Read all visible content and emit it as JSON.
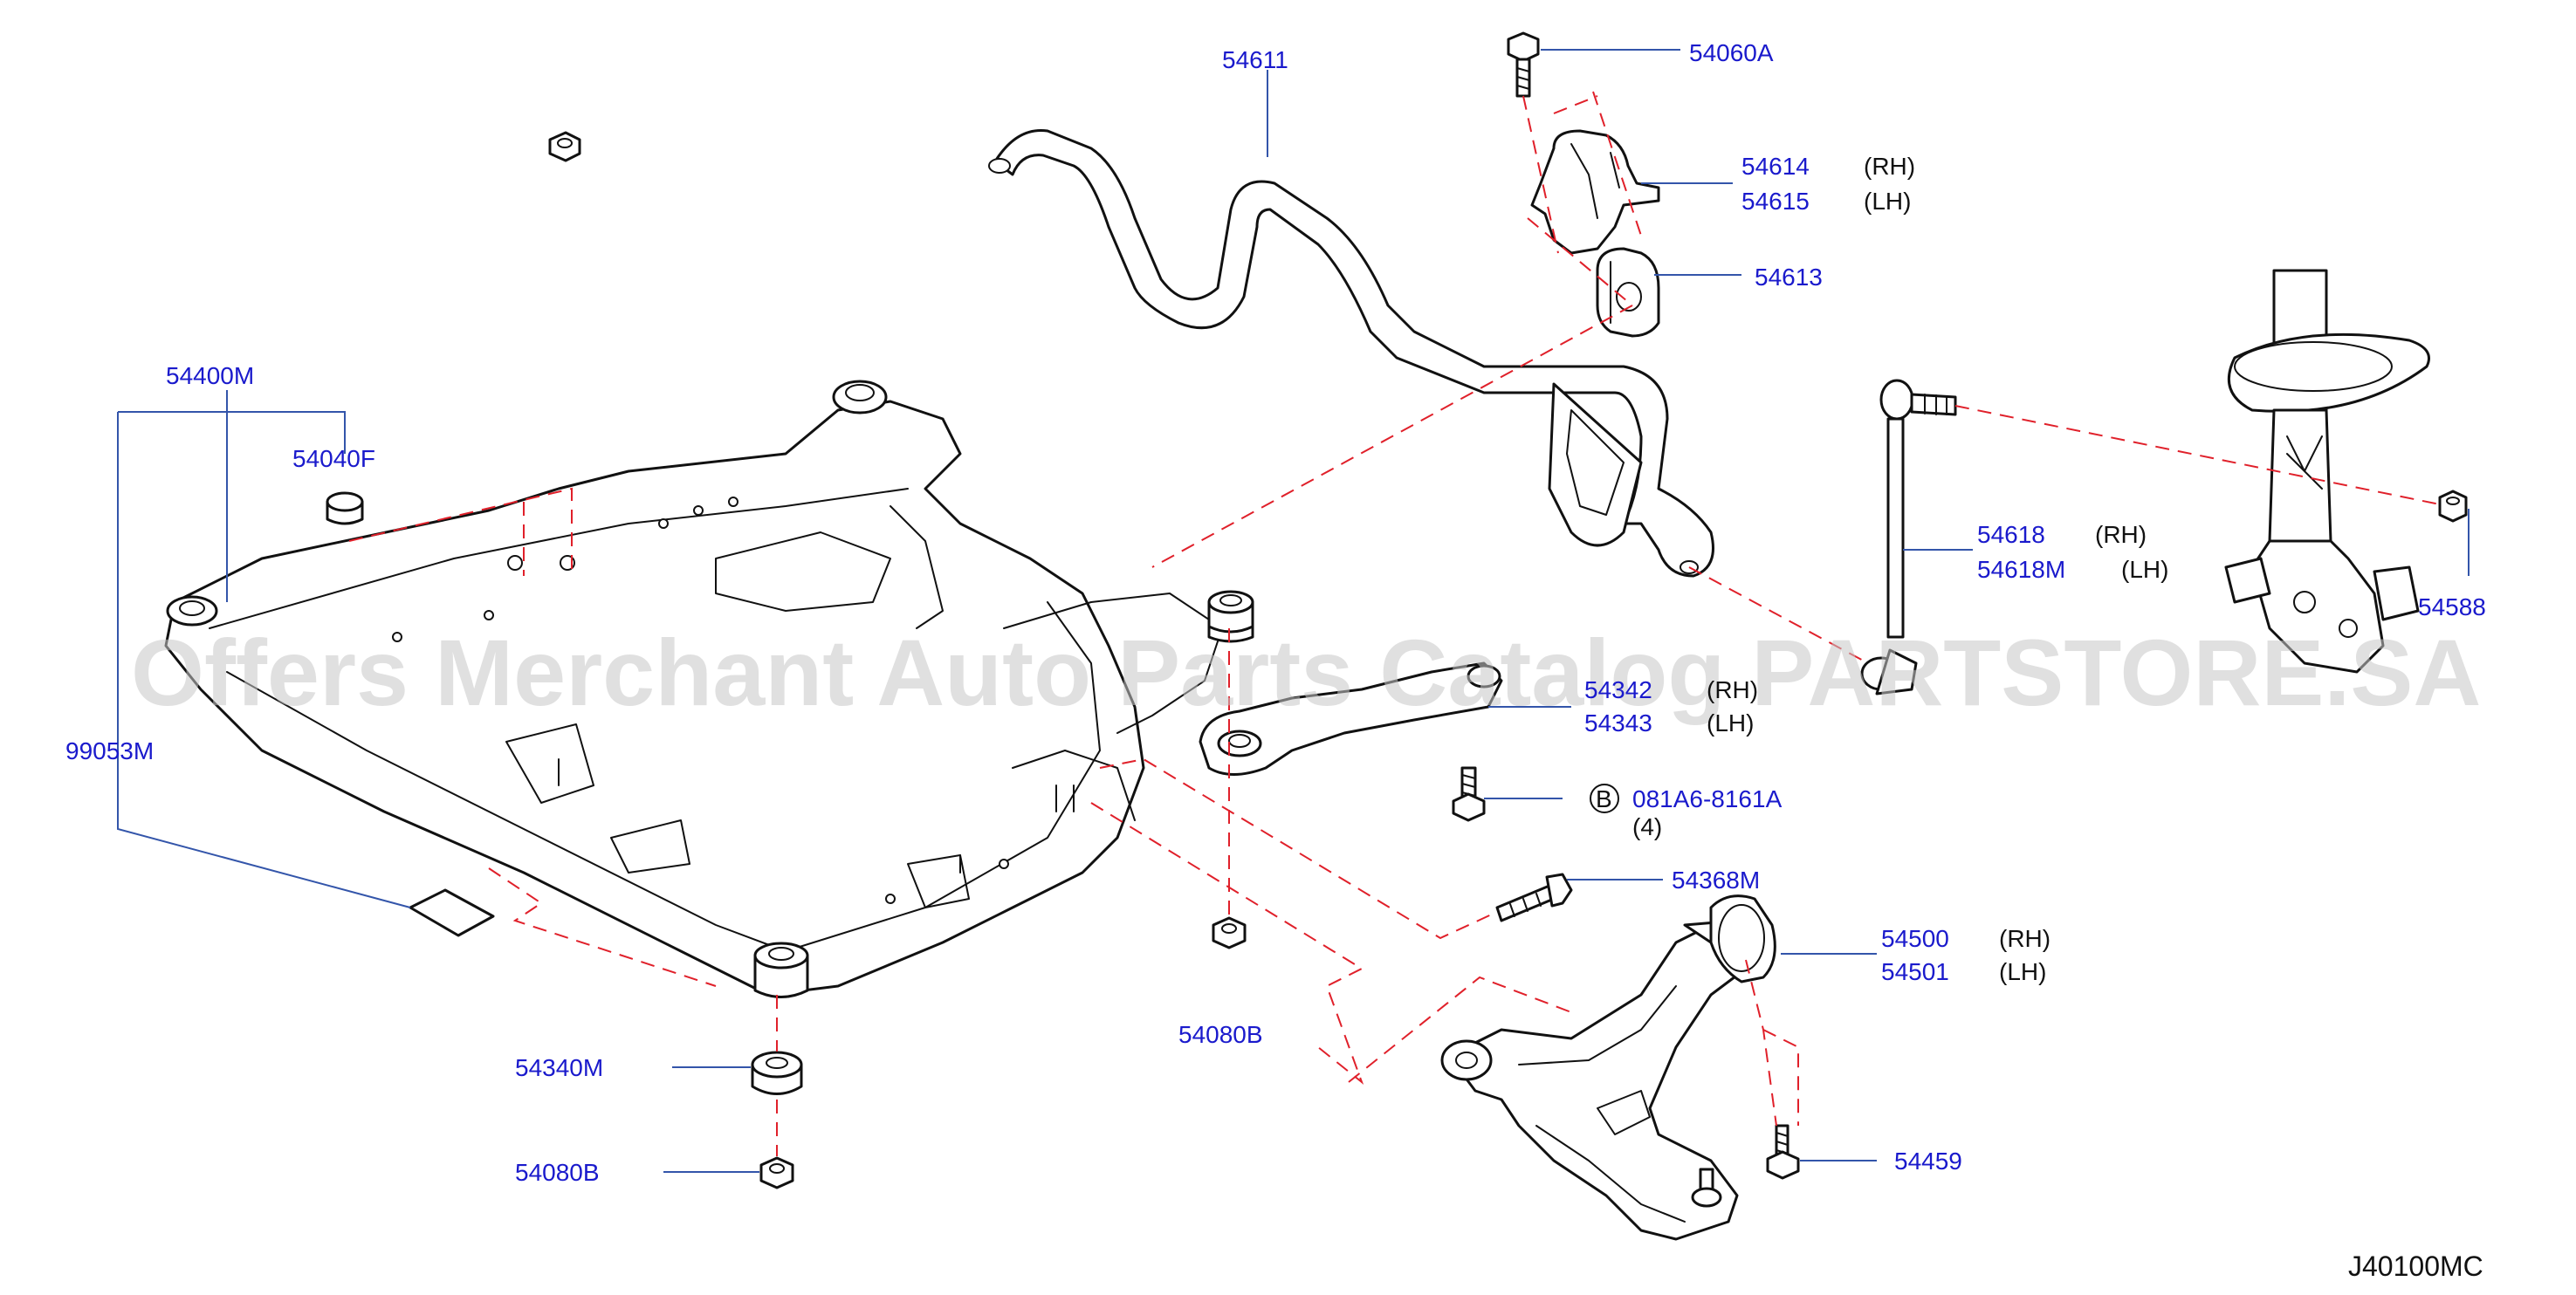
{
  "diagram_code": "J40100MC",
  "watermark": "Offers Merchant Auto Parts Catalog PARTSTORE.SA",
  "callout": {
    "letter": "B",
    "part": "081A6-8161A",
    "qty": "(4)"
  },
  "labels": {
    "p54611": "54611",
    "p54060A": "54060A",
    "p54614": "54614",
    "p54614_side": "(RH)",
    "p54615": "54615",
    "p54615_side": "(LH)",
    "p54613": "54613",
    "p54400M": "54400M",
    "p54040F": "54040F",
    "p99053M": "99053M",
    "p54618": "54618",
    "p54618_side": "(RH)",
    "p54618M": "54618M",
    "p54618M_side": "(LH)",
    "p54588": "54588",
    "p54342": "54342",
    "p54342_side": "(RH)",
    "p54343": "54343",
    "p54343_side": "(LH)",
    "p54368M": "54368M",
    "p54500": "54500",
    "p54500_side": "(RH)",
    "p54501": "54501",
    "p54501_side": "(LH)",
    "p54080B_center": "54080B",
    "p54340M": "54340M",
    "p54080B_left": "54080B",
    "p54459": "54459"
  }
}
